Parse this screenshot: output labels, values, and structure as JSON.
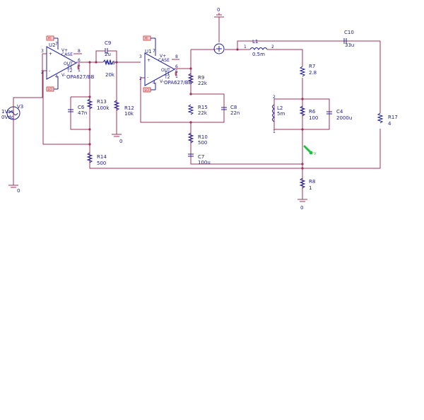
{
  "components": {
    "u2": {
      "ref": "U2",
      "model": "OPA627/BB",
      "pin_plus": "3",
      "pin_minus": "2",
      "pin_top": "7",
      "pin_bot": "4",
      "pin_out": "6",
      "pin_case": "8",
      "pin_t1": "5",
      "pin_t2": "1",
      "vplus": "V+",
      "case": "CASE",
      "out": "OUT",
      "t1": "T1",
      "t2": "T2",
      "vminus": "V-",
      "hi": "HI",
      "lo": "LO"
    },
    "u1": {
      "ref": "U1",
      "model": "OPA627/BB",
      "pin_plus": "3",
      "pin_minus": "2",
      "pin_top": "7",
      "pin_bot": "4",
      "pin_out": "6",
      "pin_case": "8",
      "pin_t1": "5",
      "pin_t2": "1",
      "vplus": "V+",
      "case": "CASE",
      "out": "OUT",
      "t1": "T1",
      "t2": "T2",
      "vminus": "V-",
      "hi": "HI",
      "lo": "LO"
    },
    "v3": {
      "ref": "V3",
      "ac": "1Vac",
      "dc": "0Vdc"
    },
    "c9": {
      "ref": "C9",
      "value": "2u"
    },
    "r16": {
      "ref": "R16",
      "value": "20k"
    },
    "r13": {
      "ref": "R13",
      "value": "100k"
    },
    "c6": {
      "ref": "C6",
      "value": "47n"
    },
    "r12": {
      "ref": "R12",
      "value": "10k"
    },
    "r14": {
      "ref": "R14",
      "value": "500"
    },
    "r9": {
      "ref": "R9",
      "value": "22k"
    },
    "r15": {
      "ref": "R15",
      "value": "22k"
    },
    "c8": {
      "ref": "C8",
      "value": "22n"
    },
    "r10": {
      "ref": "R10",
      "value": "500"
    },
    "c7": {
      "ref": "C7",
      "value": "100u"
    },
    "l1": {
      "ref": "L1",
      "value": "0.5m",
      "pin1": "1",
      "pin2": "2"
    },
    "c10": {
      "ref": "C10",
      "value": "33u"
    },
    "r7": {
      "ref": "R7",
      "value": "2.8"
    },
    "l2": {
      "ref": "L2",
      "value": "5m",
      "pin1": "2",
      "pin2": "1"
    },
    "r6": {
      "ref": "R6",
      "value": "100"
    },
    "c4": {
      "ref": "C4",
      "value": "2000u"
    },
    "r17": {
      "ref": "R17",
      "value": "4"
    },
    "r8": {
      "ref": "R8",
      "value": "1"
    }
  },
  "grounds": [
    "0",
    "0",
    "0",
    "0"
  ],
  "probe": {
    "label": "V"
  },
  "colors": {
    "wire": "#a0305a",
    "part": "#2020a0",
    "text": "#1a1a8c",
    "flag": "#c03030",
    "probe": "#20c040"
  }
}
